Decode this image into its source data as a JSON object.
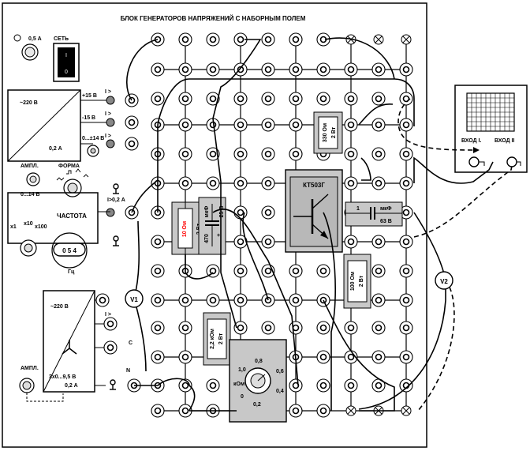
{
  "panel": {
    "title": "БЛОК ГЕНЕРАТОРОВ НАПРЯЖЕНИЙ С НАБОРНЫМ ПОЛЕМ"
  },
  "power": {
    "fuse_label": "0,5 А",
    "switch_label": "СЕТЬ",
    "switch_on": "I",
    "switch_off": "0"
  },
  "dc_supply": {
    "input_voltage": "~220 В",
    "current": "0,2 А",
    "out_pos": "+15 В",
    "out_neg": "-15 В",
    "out_var": "0...±14 В"
  },
  "function_gen": {
    "ampl_label": "АМПЛ.",
    "range_label": "0...14 В",
    "form_label": "ФОРМА",
    "freq_label": "ЧАСТОТА",
    "mult_1": "x1",
    "mult_10": "x10",
    "mult_100": "x100",
    "display": "0 5 4",
    "hz_label": "Гц",
    "out_current": "I>0,2 А"
  },
  "three_phase": {
    "input_voltage": "~220 В",
    "ampl_label": "АМПЛ.",
    "output": "3х0...9,5 В",
    "current": "0,2 А",
    "phase_c": "C",
    "neutral": "N"
  },
  "overload": "I >",
  "components": {
    "r1": {
      "value": "10 Ом",
      "power": "2 Вт"
    },
    "c1": {
      "value": "470",
      "unit": "мкФ",
      "voltage": "25 В",
      "polarity": "+"
    },
    "r2": {
      "value": "330 Ом",
      "power": "2 Вт"
    },
    "transistor": "КТ503Г",
    "c2": {
      "value": "1",
      "unit": "мкФ",
      "voltage": "63 В"
    },
    "r3": {
      "value": "100 Ом",
      "power": "2 Вт"
    },
    "r4": {
      "value": "2,2 кОм",
      "power": "2 Вт"
    },
    "pot": {
      "unit": "кОм",
      "scale": [
        "0",
        "0,2",
        "0,4",
        "0,6",
        "0,8",
        "1,0"
      ]
    }
  },
  "meters": {
    "v1": "V1",
    "v2": "V2"
  },
  "oscilloscope": {
    "in1": "ВХОД I.",
    "in2": "ВХОД II"
  },
  "colors": {
    "resistor_value_accent": "#ff0000",
    "panel_gray": "#c8c8c8"
  }
}
